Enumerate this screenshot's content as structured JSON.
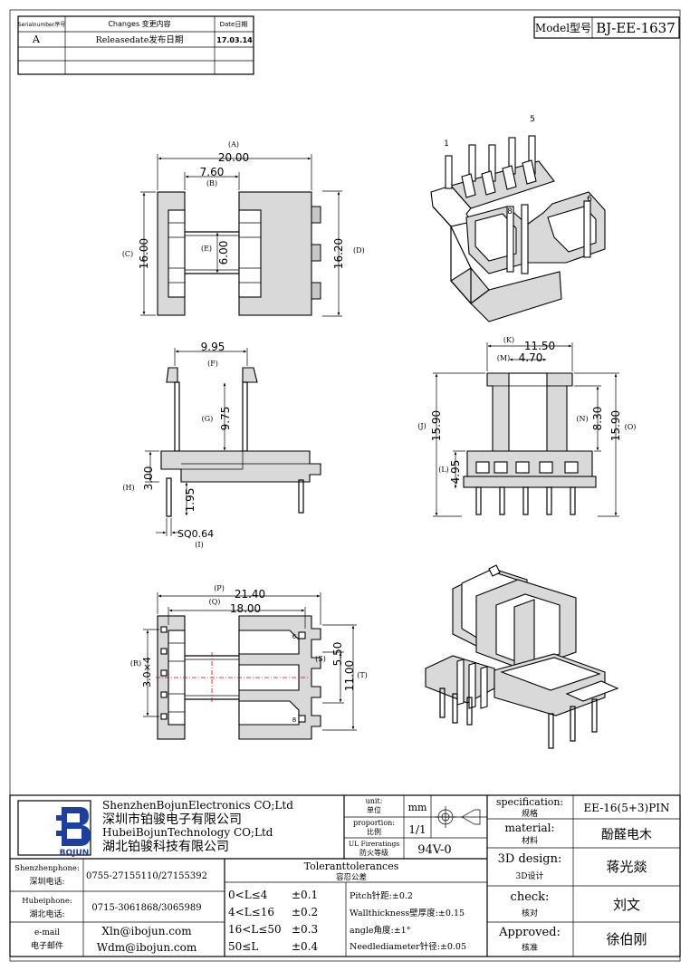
{
  "revision_table": {
    "headers": [
      "Serialnumber序号",
      "Changes 变更内容",
      "Date日期"
    ],
    "rows": [
      [
        "A",
        "Releasedate发布日期",
        "17.03.14"
      ],
      [
        "",
        "",
        ""
      ],
      [
        "",
        "",
        ""
      ]
    ]
  },
  "model_box": {
    "label": "Model型号",
    "value": "BJ-EE-1637"
  },
  "top_view": {
    "A_label": "(A)",
    "A_value": "20.00",
    "B_label": "(B)",
    "B_value": "7.60",
    "C_label": "(C)",
    "C_value": "16.00",
    "E_label": "(E)",
    "E_value": "6.00",
    "D_label": "(D)",
    "D_value": "16.20"
  },
  "iso_top": {
    "pin1": "1",
    "pin5": "5",
    "pin6": "6",
    "pin8": "8"
  },
  "side_view": {
    "F_label": "(F)",
    "F_value": "9.95",
    "G_label": "(G)",
    "G_value": "9.75",
    "H_label": "(H)",
    "H_value": "3.00",
    "pin_len": "1.95",
    "I_label": "(I)",
    "I_value": "SQ0.64"
  },
  "front_view": {
    "K_label": "(K)",
    "K_value": "11.50",
    "M_label": "(M)",
    "M_value": "4.70",
    "J_label": "(J)",
    "J_value": "15.90",
    "N_label": "(N)",
    "N_value": "8.30",
    "O_label": "(O)",
    "O_value": "15.90",
    "L_label": "(L)",
    "L_value": "4.95"
  },
  "bottom_view": {
    "P_label": "(P)",
    "P_value": "21.40",
    "Q_label": "(Q)",
    "Q_value": "18.00",
    "R_label": "(R)",
    "R_value": "3.0×4",
    "S_label": "(S)",
    "S_value": "5.50",
    "T_label": "(T)",
    "T_value": "11.00",
    "pin6": "6",
    "pin8": "8"
  },
  "title_block": {
    "company_en_1": "ShenzhenBojunElectronics CO;Ltd",
    "company_cn_1": "深圳市铂骏电子有限公司",
    "company_en_2": "HubeiBojunTechnology CO;Ltd",
    "company_cn_2": "湖北铂骏科技有限公司",
    "logo_text": "BOJUN",
    "unit_label_en": "unit:",
    "unit_label_cn": "单位",
    "unit_value": "mm",
    "proportion_label_en": "proportion:",
    "proportion_label_cn": "比例",
    "proportion_value": "1/1",
    "ul_label_en": "UL Fireratings",
    "ul_label_cn": "防火等级",
    "ul_value": "94V-0",
    "spec_label_en": "specification:",
    "spec_label_cn": "规格",
    "spec_value": "EE-16(5+3)PIN",
    "material_label_en": "material:",
    "material_label_cn": "材料",
    "material_value": "酚醛电木",
    "design_label_en": "3D design:",
    "design_label_cn": "3D设计",
    "design_value": "蒋光燚",
    "check_label_en": "check:",
    "check_label_cn": "核对",
    "check_value": "刘文",
    "approved_label_en": "Approved:",
    "approved_label_cn": "核准",
    "approved_value": "徐伯刚",
    "shenzhen_phone_label_en": "Shenzhenphone:",
    "shenzhen_phone_label_cn": "深圳电话:",
    "shenzhen_phone": "0755-27155110/27155392",
    "hubei_phone_label_en": "Hubeiphone:",
    "hubei_phone_label_cn": "湖北电话:",
    "hubei_phone": "0715-3061868/3065989",
    "email_label_en": "e-mail",
    "email_label_cn": "电子邮件",
    "email_1": "Xln@ibojun.com",
    "email_2": "Wdm@ibojun.com",
    "tol_title_en": "Toleranttolerances",
    "tol_title_cn": "容忍公差",
    "tol_ranges": [
      {
        "range": "0<L≤4",
        "value": "±0.1"
      },
      {
        "range": "4<L≤16",
        "value": "±0.2"
      },
      {
        "range": "16<L≤50",
        "value": "±0.3"
      },
      {
        "range": "50≤L",
        "value": "±0.4"
      }
    ],
    "pitch": "Pitch针距:±0.2",
    "wall": "Wallthickness壁厚度:±0.15",
    "angle": "angle角度:±1°",
    "needle": "Needlediameter针径:±0.05"
  }
}
